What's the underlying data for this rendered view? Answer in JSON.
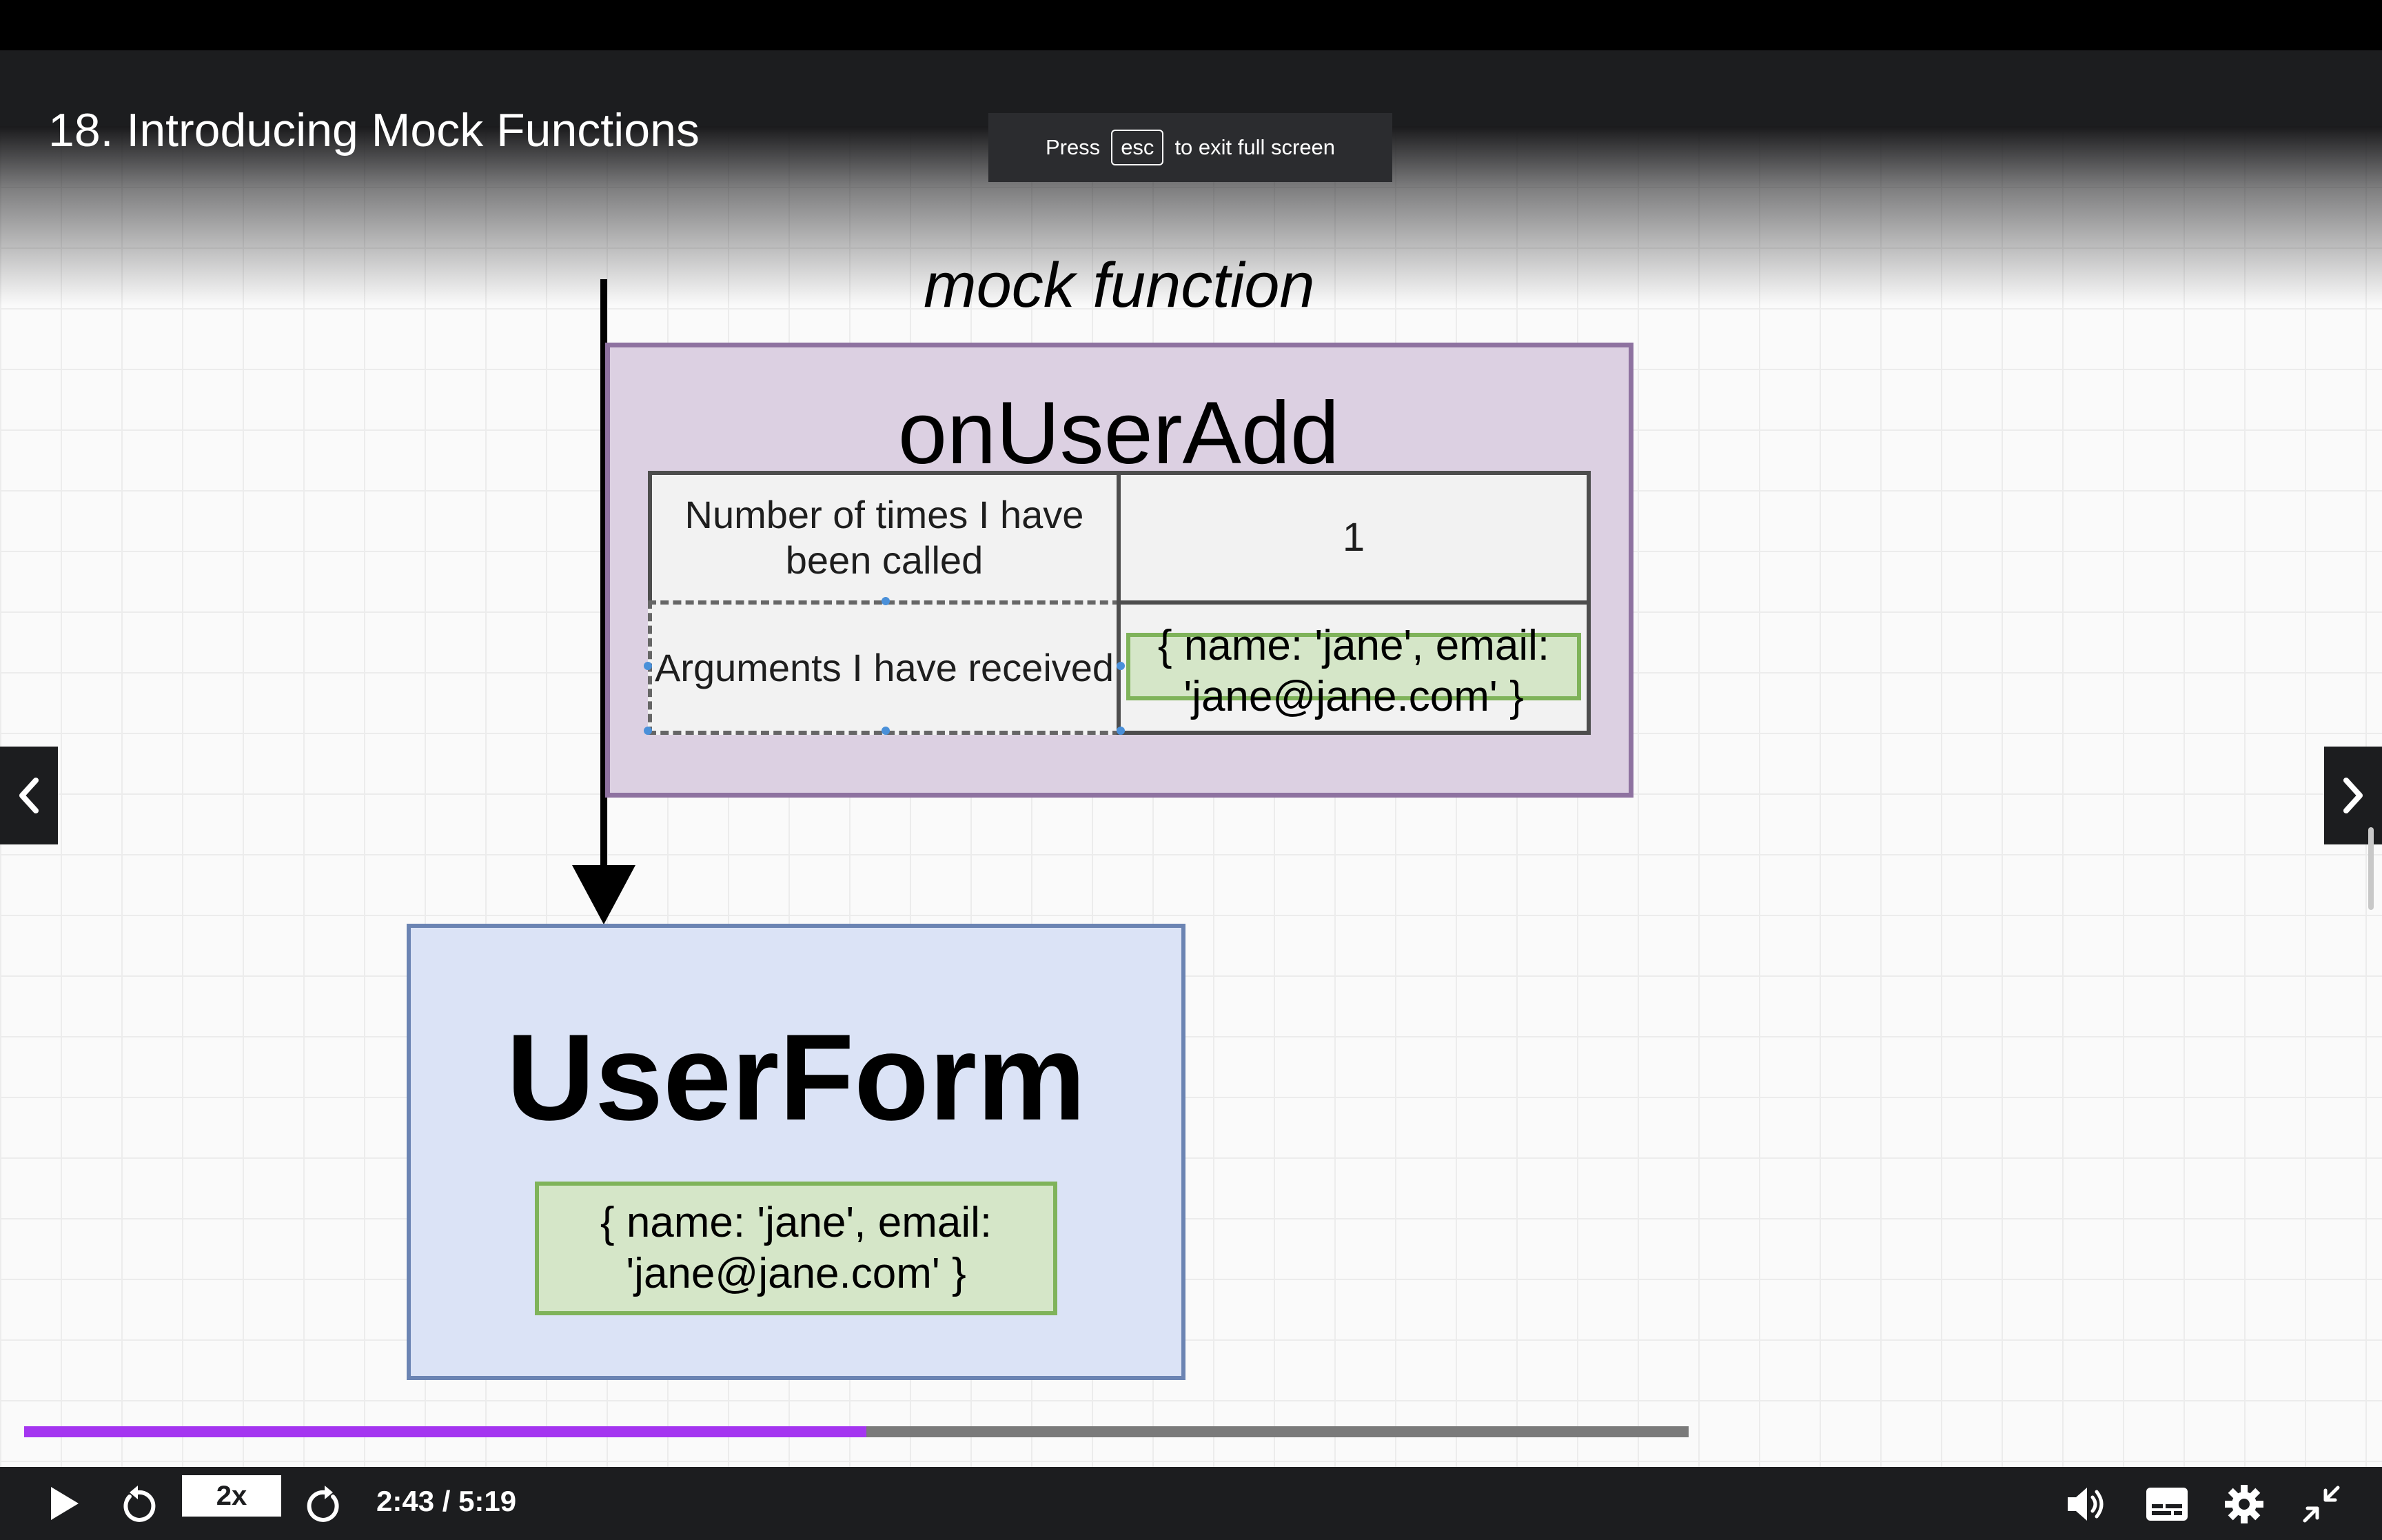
{
  "lecture": {
    "title": "18. Introducing Mock Functions"
  },
  "fullscreen_hint": {
    "prefix": "Press",
    "key": "esc",
    "suffix": "to exit full screen"
  },
  "diagram": {
    "mock_label": "mock function",
    "function_name": "onUserAdd",
    "rows": [
      {
        "label": "Number of times I have been called",
        "value": "1"
      },
      {
        "label": "Arguments I have received",
        "value": "{ name: 'jane', email: 'jane@jane.com' }"
      }
    ],
    "component_name": "UserForm",
    "component_value": "{ name: 'jane', email: 'jane@jane.com' }"
  },
  "player": {
    "speed": "2x",
    "time": "2:43 / 5:19",
    "played_fraction": 0.506,
    "buffered_fraction": 1.0,
    "accent_color": "#a435f0",
    "icons": [
      "play-icon",
      "rewind-icon",
      "forward-icon",
      "volume-icon",
      "captions-icon",
      "settings-icon",
      "minimize-icon",
      "chevron-left-icon",
      "chevron-right-icon"
    ]
  }
}
